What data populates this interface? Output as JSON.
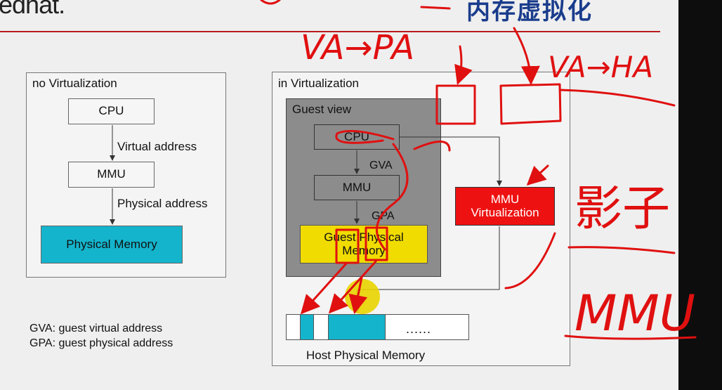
{
  "header": {
    "brand": "edhat.",
    "title": "内存虚拟化"
  },
  "left_panel": {
    "title": "no Virtualization",
    "cpu": "CPU",
    "virtual_address": "Virtual address",
    "mmu": "MMU",
    "physical_address": "Physical address",
    "physical_memory": "Physical Memory"
  },
  "right_panel": {
    "title": "in Virtualization",
    "guest_view": "Guest view",
    "cpu": "CPU",
    "gva": "GVA",
    "mmu": "MMU",
    "gpa": "GPA",
    "guest_physical_memory": "Guest Physical Memory",
    "mmu_virtualization": "MMU Virtualization",
    "host_physical_memory": "Host Physical Memory",
    "host_dots": "......"
  },
  "legend": {
    "gva": "GVA: guest virtual address",
    "gpa": "GPA: guest physical address"
  },
  "handwriting": {
    "va_pa": "VA→PA",
    "va_ha": "VA→HA",
    "shadow": "影子",
    "mmu": "MMU"
  },
  "colors": {
    "ink": "#e01010",
    "cyan": "#14b4cc",
    "yellow": "#f0dc00",
    "red_box": "#ee1111",
    "guest_gray": "#8c8c8c"
  }
}
